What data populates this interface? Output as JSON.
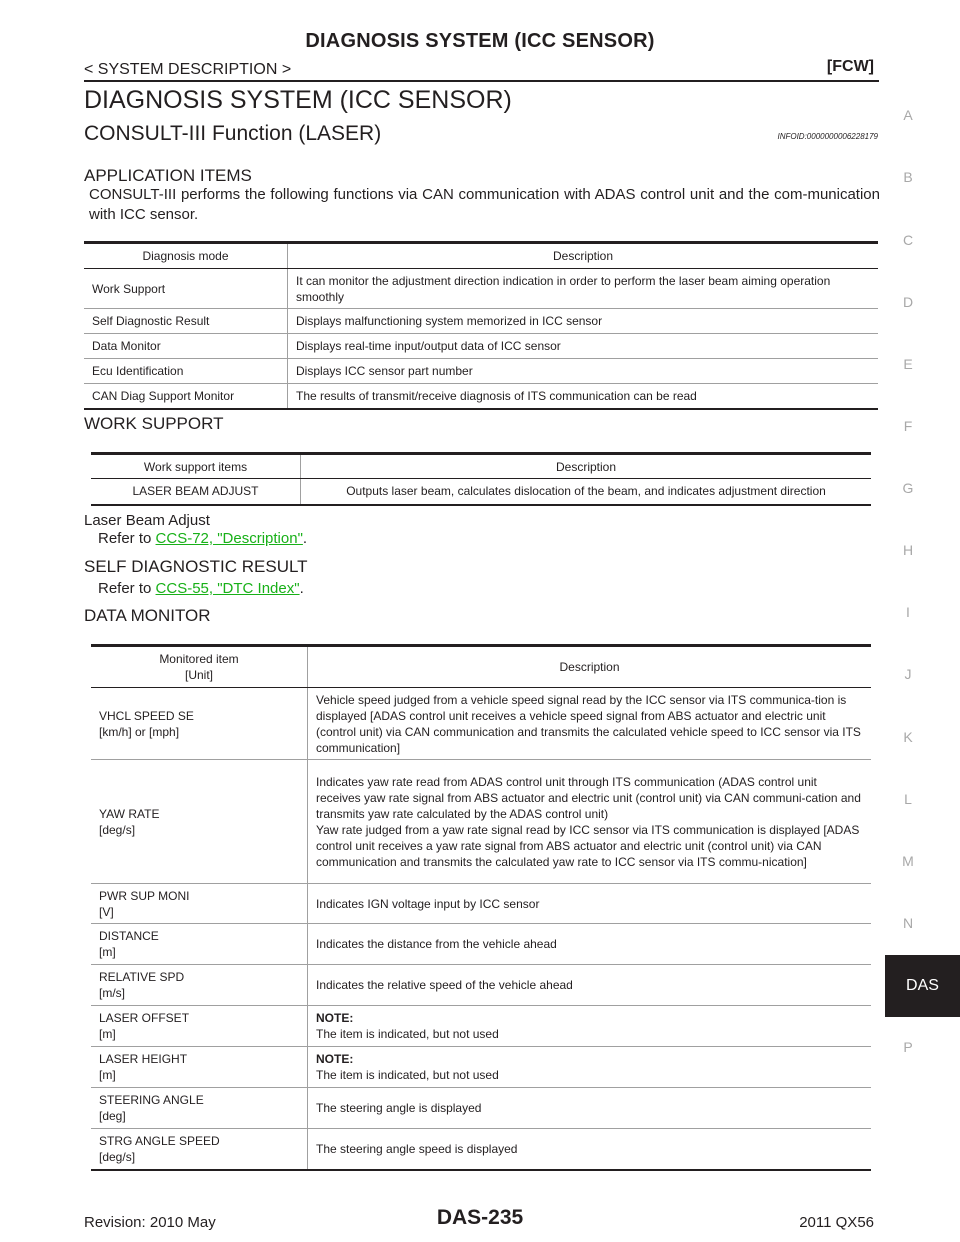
{
  "header": {
    "page_title": "DIAGNOSIS SYSTEM (ICC SENSOR)",
    "breadcrumb": "< SYSTEM DESCRIPTION >",
    "model_code": "[FCW]"
  },
  "section_title": "DIAGNOSIS SYSTEM (ICC SENSOR)",
  "function_title": "CONSULT-III Function (LASER)",
  "info_id": "INFOID:0000000006228179",
  "application_items": {
    "heading": "APPLICATION ITEMS",
    "intro": "CONSULT-III performs the following functions via CAN communication with ADAS control unit and the com-munication with ICC sensor.",
    "columns": [
      "Diagnosis mode",
      "Description"
    ],
    "rows": [
      {
        "mode": "Work Support",
        "description": "It can monitor the adjustment direction indication in order to perform the laser beam aiming operation smoothly"
      },
      {
        "mode": "Self Diagnostic Result",
        "description": "Displays malfunctioning system memorized in ICC sensor"
      },
      {
        "mode": "Data Monitor",
        "description": "Displays real-time input/output data of ICC sensor"
      },
      {
        "mode": "Ecu Identification",
        "description": "Displays ICC sensor part number"
      },
      {
        "mode": "CAN Diag Support Monitor",
        "description": "The results of transmit/receive diagnosis of ITS communication can be read"
      }
    ]
  },
  "work_support": {
    "heading": "WORK SUPPORT",
    "columns": [
      "Work support items",
      "Description"
    ],
    "rows": [
      {
        "item": "LASER BEAM ADJUST",
        "description": "Outputs laser beam, calculates dislocation of the beam, and indicates adjustment direction"
      }
    ],
    "sub_label": "Laser Beam Adjust",
    "ref_prefix": "Refer to ",
    "ref_link": "CCS-72, \"Description\"",
    "ref_suffix": "."
  },
  "self_diagnostic": {
    "heading": "SELF DIAGNOSTIC RESULT",
    "ref_prefix": "Refer to ",
    "ref_link": "CCS-55, \"DTC Index\"",
    "ref_suffix": "."
  },
  "data_monitor": {
    "heading": "DATA MONITOR",
    "columns": [
      "Monitored item\n[Unit]",
      "Description"
    ],
    "rows": [
      {
        "item": "VHCL SPEED SE",
        "unit": "[km/h] or [mph]",
        "note_label": "",
        "description": "Vehicle speed judged from a vehicle speed signal read by the ICC sensor via ITS communica-tion is displayed [ADAS control unit receives a vehicle speed signal from ABS actuator and electric unit (control unit) via CAN communication and transmits the calculated vehicle speed to ICC sensor via ITS communication]"
      },
      {
        "item": "YAW RATE",
        "unit": "[deg/s]",
        "note_label": "",
        "description": "Indicates yaw rate read from ADAS control unit through ITS communication (ADAS control unit receives yaw rate signal from ABS actuator and electric unit (control unit) via CAN communi-cation and transmits yaw rate calculated by the ADAS control unit)\nYaw rate judged from a yaw rate signal read by ICC sensor via ITS communication is displayed [ADAS control unit receives a yaw rate signal from ABS actuator and electric unit (control unit) via CAN communication and transmits the calculated yaw rate to ICC sensor via ITS commu-nication]"
      },
      {
        "item": "PWR SUP MONI",
        "unit": "[V]",
        "note_label": "",
        "description": "Indicates IGN voltage input by ICC sensor"
      },
      {
        "item": "DISTANCE",
        "unit": "[m]",
        "note_label": "",
        "description": "Indicates the distance from the vehicle ahead"
      },
      {
        "item": "RELATIVE SPD",
        "unit": "[m/s]",
        "note_label": "",
        "description": "Indicates the relative speed of the vehicle ahead"
      },
      {
        "item": "LASER OFFSET",
        "unit": "[m]",
        "note_label": "NOTE:",
        "description": "The item is indicated, but not used"
      },
      {
        "item": "LASER HEIGHT",
        "unit": "[m]",
        "note_label": "NOTE:",
        "description": "The item is indicated, but not used"
      },
      {
        "item": "STEERING ANGLE",
        "unit": "[deg]",
        "note_label": "",
        "description": "The steering angle is displayed"
      },
      {
        "item": "STRG ANGLE SPEED",
        "unit": "[deg/s]",
        "note_label": "",
        "description": "The steering angle speed is displayed"
      }
    ]
  },
  "side_index": {
    "letters": [
      "A",
      "B",
      "C",
      "D",
      "E",
      "F",
      "G",
      "H",
      "I",
      "J",
      "K",
      "L",
      "M",
      "N",
      "P"
    ],
    "active_tab": "DAS",
    "active_tab_color": "#231f20"
  },
  "footer": {
    "revision": "Revision: 2010 May",
    "page_number": "DAS-235",
    "model": "2011 QX56"
  }
}
